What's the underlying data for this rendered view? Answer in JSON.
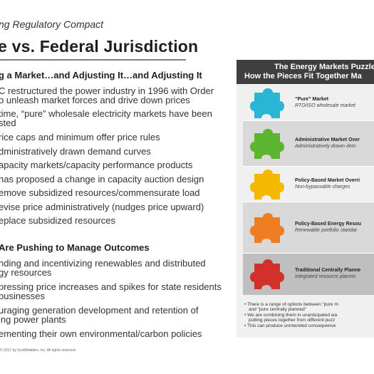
{
  "header": {
    "kicker": "ng Regulatory Compact",
    "title": "e vs. Federal Jurisdiction"
  },
  "left": {
    "section1_title": "g a Market…and Adjusting It…and Adjusting It",
    "section1_items": [
      "C restructured the power industry in 1996 with Order",
      "o unleash market forces and drive down prices",
      " time, “pure” wholesale electricity markets have been",
      "sted",
      "rice caps and minimum offer price rules",
      "dministratively drawn demand curves",
      "apacity markets/capacity performance products",
      "has proposed a change in capacity auction design",
      "emove subsidized resources/commensurate load",
      "evise price administratively (nudges price upward)",
      "eplace subsidized resources"
    ],
    "section2_title": "Are Pushing to Manage Outcomes",
    "section2_items": [
      "nding and incentivizing renewables and distributed",
      "gy resources",
      "pressing price increases and spikes for state residents",
      "businesses",
      "uraging generation development and retention of",
      "ing power plants",
      "ementing their own environmental/carbon policies"
    ]
  },
  "footer": "© 2017 by ScottMadden, Inc. All rights reserved.",
  "panel": {
    "title_line1": "The Energy Markets Puzzle",
    "title_line2": "How the Pieces Fit Together Ma",
    "rows": [
      {
        "title": "“Pure” Market",
        "subtitle": "RTO/ISO wholesale market",
        "color": "#29b6d6",
        "band": "#f0f0f0"
      },
      {
        "title": "Administrative Market Over",
        "subtitle": "Administratively drawn dem",
        "color": "#5cb531",
        "band": "#d9d9d9"
      },
      {
        "title": "Policy-Based Market Overri",
        "subtitle": "Non-bypassable charges",
        "color": "#f5b800",
        "band": "#f0f0f0"
      },
      {
        "title": "Policy-Based Energy Resou",
        "subtitle": "Renewable portfolio standar",
        "color": "#f07d22",
        "band": "#d9d9d9"
      },
      {
        "title": "Traditional Centrally Planne",
        "subtitle": "Integrated resource plannin",
        "color": "#d2312a",
        "band": "#bfbfbf"
      }
    ],
    "notes": [
      "There is a range of options between “pure m",
      "and “pure centrally planned”",
      "We are combining them in unanticipated wa",
      "putting pieces together from different puzz",
      "This can produce unintended consequence"
    ],
    "note_bullets": [
      "•",
      "",
      "•",
      "",
      "•"
    ]
  }
}
